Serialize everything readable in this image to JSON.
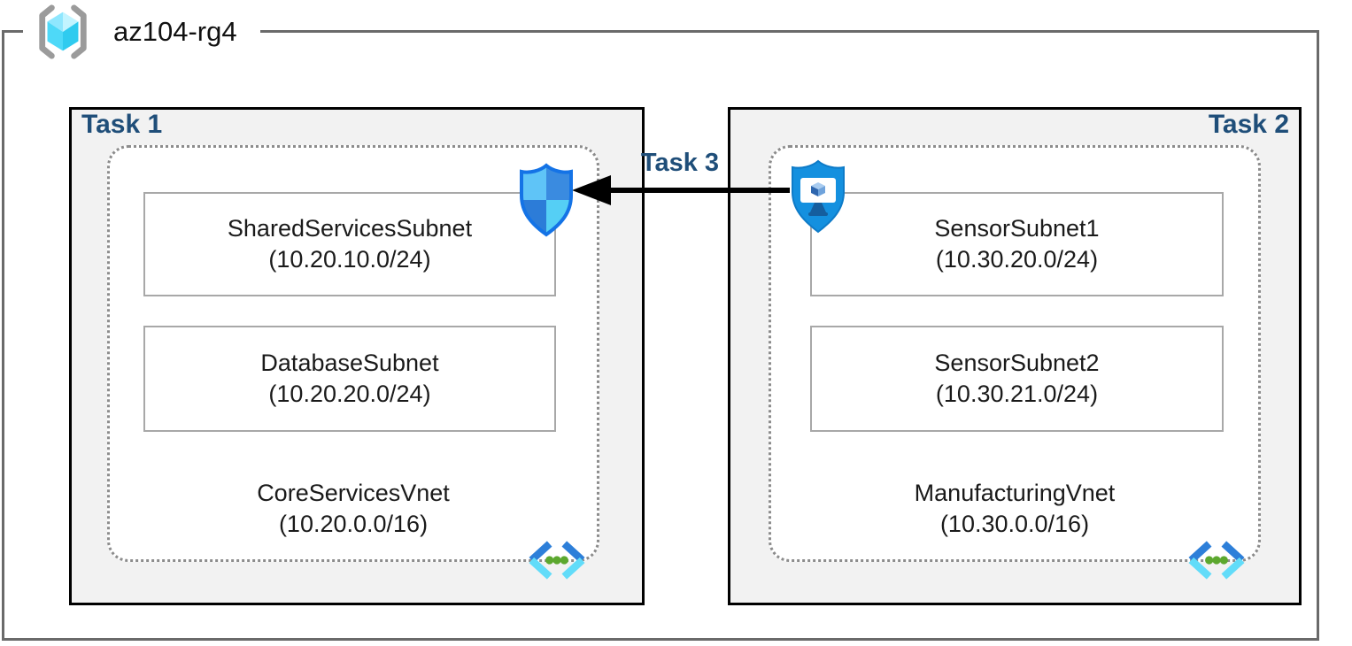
{
  "resource_group": {
    "name": "az104-rg4",
    "icon": "resource-group-icon"
  },
  "tasks": {
    "left_label": "Task 1",
    "right_label": "Task 2",
    "arrow_label": "Task 3"
  },
  "connection": {
    "label": "Task 3",
    "type": "arrow",
    "direction": "right-to-left",
    "from_icon": "bastion-shield-monitor-icon",
    "to_icon": "network-security-shield-icon"
  },
  "vnets": [
    {
      "task": "Task 1",
      "name": "CoreServicesVnet",
      "cidr": "(10.20.0.0/16)",
      "subnets": [
        {
          "name": "SharedServicesSubnet",
          "cidr": "(10.20.10.0/24)"
        },
        {
          "name": "DatabaseSubnet",
          "cidr": "(10.20.20.0/24)"
        }
      ]
    },
    {
      "task": "Task 2",
      "name": "ManufacturingVnet",
      "cidr": "(10.30.0.0/16)",
      "subnets": [
        {
          "name": "SensorSubnet1",
          "cidr": "(10.30.20.0/24)"
        },
        {
          "name": "SensorSubnet2",
          "cidr": "(10.30.21.0/24)"
        }
      ]
    }
  ],
  "icons": {
    "resource_group": "resource-group-brackets-cube-icon",
    "nsg": "network-security-shield-icon",
    "bastion": "bastion-shield-monitor-icon",
    "vnet": "virtual-network-chevrons-icon"
  },
  "colors": {
    "task_label_navy": "#1F4E79",
    "frame_border_gray": "#6A6A6A",
    "task_box_fill": "#F2F2F2",
    "task_box_border": "#000000",
    "vnet_dotted_border": "#8C8C8C",
    "subnet_border": "#A8A8A8",
    "arrow_black": "#000000",
    "shield_border_blue": "#1473E6",
    "bastion_blue": "#1490DF",
    "vnet_chevron_dark_blue": "#2D7FD9",
    "vnet_chevron_cyan": "#62DCF9",
    "vnet_dot_green": "#5CA82F",
    "rg_cube_cyan": "#4ED9F8",
    "rg_bracket_gray": "#9B9B9B"
  }
}
